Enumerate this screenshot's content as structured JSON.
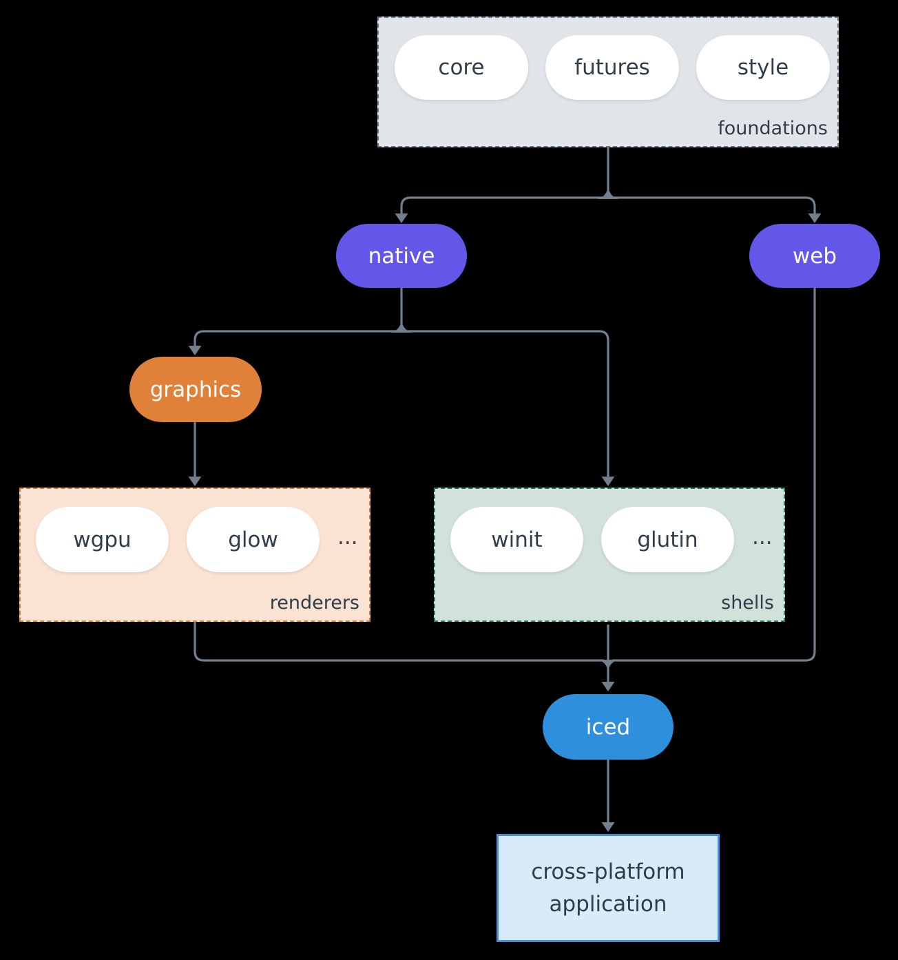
{
  "colors": {
    "background": "#000000",
    "line": "#72808e",
    "foundations-bg": "#e1e5e9",
    "foundations-border": "#6e7d8b",
    "renderers-bg": "#fae3d3",
    "renderers-border": "#e08139",
    "shells-bg": "#d2e1da",
    "shells-border": "#267d6d",
    "pill-bg": "#ffffff",
    "pill-text": "#2f3d4a",
    "label-text": "#2f3d4a",
    "node-text": "#ffffff",
    "purple": "#6456e8",
    "orange": "#e08139",
    "blue": "#2e90dc",
    "app-bg": "#d9eafa",
    "app-border": "#418fdd"
  },
  "groups": {
    "foundations": {
      "label": "foundations",
      "pills": [
        "core",
        "futures",
        "style"
      ]
    },
    "renderers": {
      "label": "renderers",
      "pills": [
        "wgpu",
        "glow"
      ],
      "more": "..."
    },
    "shells": {
      "label": "shells",
      "pills": [
        "winit",
        "glutin"
      ],
      "more": "..."
    }
  },
  "nodes": {
    "native": "native",
    "web": "web",
    "graphics": "graphics",
    "iced": "iced",
    "app": "cross-platform application"
  }
}
